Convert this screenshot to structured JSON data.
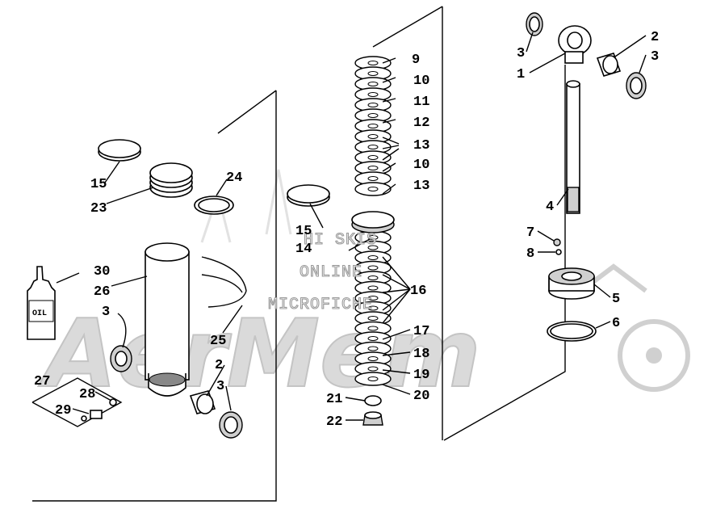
{
  "watermark": {
    "lines": [
      "HI SKIS",
      "ONLINE",
      "MICROFICHE"
    ],
    "logo_text": "AerMem"
  },
  "oil_bottle_label": "OIL",
  "callouts": {
    "p1": "1",
    "p2": "2",
    "p3": "3",
    "p4": "4",
    "p5": "5",
    "p6": "6",
    "p7": "7",
    "p8": "8",
    "p9": "9",
    "p10": "10",
    "p11": "11",
    "p12": "12",
    "p13": "13",
    "p14": "14",
    "p15": "15",
    "p16": "16",
    "p17": "17",
    "p18": "18",
    "p19": "19",
    "p20": "20",
    "p21": "21",
    "p22": "22",
    "p23": "23",
    "p24": "24",
    "p25": "25",
    "p26": "26",
    "p27": "27",
    "p28": "28",
    "p29": "29",
    "p30": "30"
  }
}
